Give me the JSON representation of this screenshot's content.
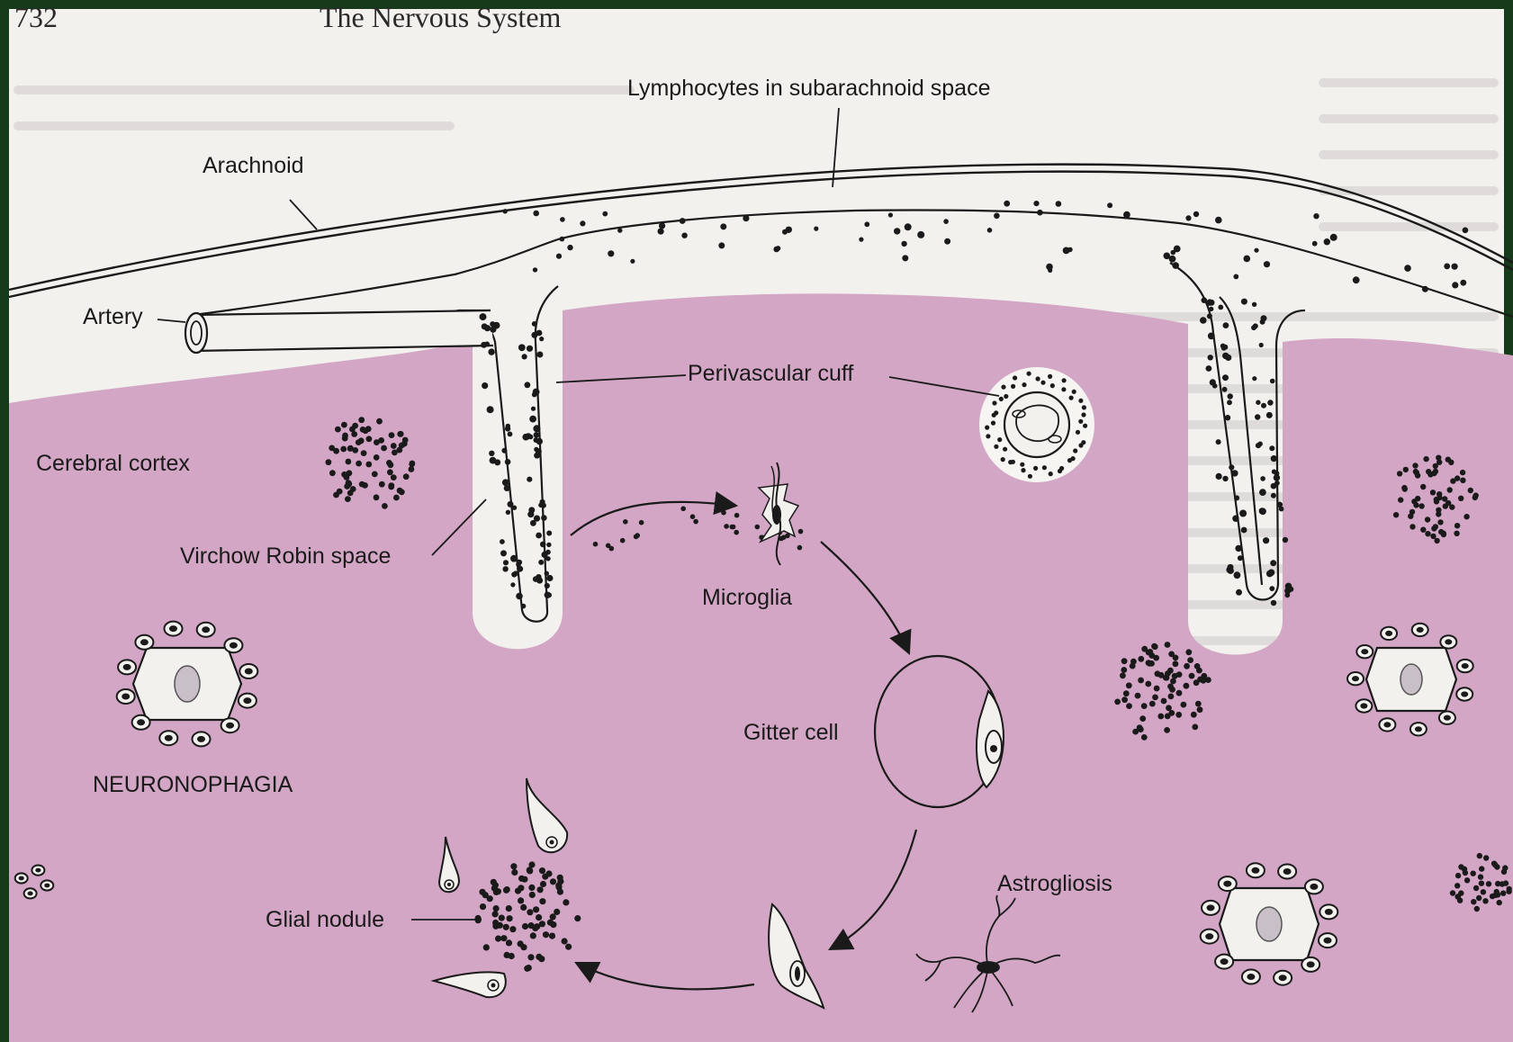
{
  "page_header": {
    "page_number": "732",
    "running_title": "The Nervous System"
  },
  "labels": {
    "lymphocytes": "Lymphocytes in subarachnoid space",
    "arachnoid": "Arachnoid",
    "artery": "Artery",
    "perivascular_cuff": "Perivascular cuff",
    "cerebral_cortex": "Cerebral cortex",
    "virchow_robin": "Virchow Robin space",
    "microglia": "Microglia",
    "gitter_cell": "Gitter cell",
    "neuronophagia": "NEURONOPHAGIA",
    "astrogliosis": "Astrogliosis",
    "glial_nodule": "Glial nodule"
  },
  "colors": {
    "frame": "#163a1a",
    "page": "#f3f1ee",
    "cortex": "#d2a6c4",
    "ink": "#1a1a1a"
  }
}
